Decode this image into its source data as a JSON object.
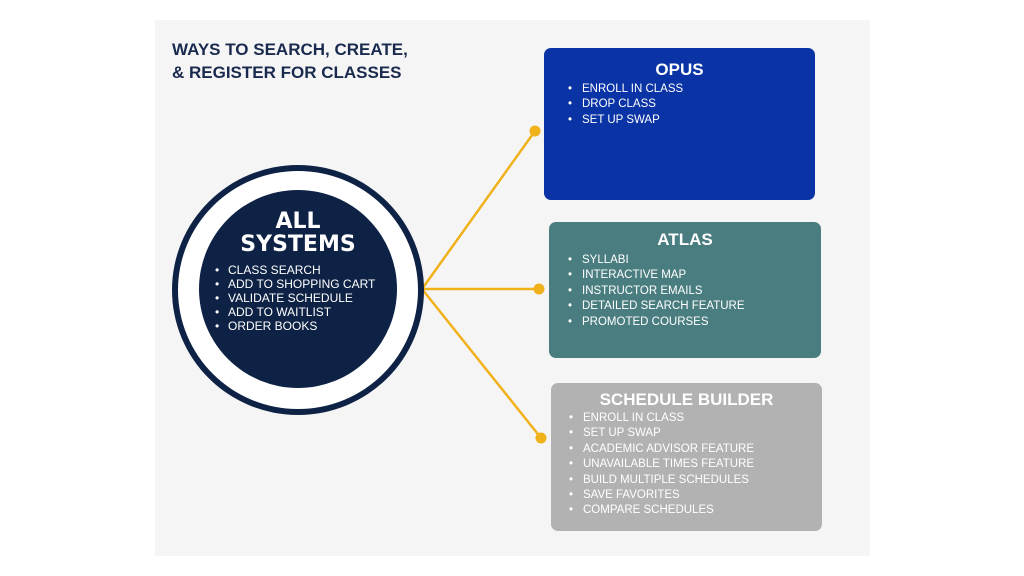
{
  "heading": {
    "line1": "WAYS TO SEARCH, CREATE,",
    "line2": "& REGISTER FOR CLASSES"
  },
  "hub": {
    "title_line1": "ALL",
    "title_line2": "SYSTEMS",
    "items": [
      "CLASS SEARCH",
      "ADD TO SHOPPING CART",
      "VALIDATE SCHEDULE",
      "ADD TO WAITLIST",
      "ORDER BOOKS"
    ]
  },
  "systems": [
    {
      "id": "opus",
      "title": "OPUS",
      "items": [
        "ENROLL IN CLASS",
        "DROP CLASS",
        "SET UP SWAP"
      ]
    },
    {
      "id": "atlas",
      "title": "ATLAS",
      "items": [
        "SYLLABI",
        "INTERACTIVE MAP",
        "INSTRUCTOR EMAILS",
        "DETAILED SEARCH FEATURE",
        "PROMOTED COURSES"
      ]
    },
    {
      "id": "schedule",
      "title": "SCHEDULE BUILDER",
      "items": [
        "ENROLL IN CLASS",
        "SET UP SWAP",
        "ACADEMIC ADVISOR FEATURE",
        "UNAVAILABLE TIMES FEATURE",
        "BUILD MULTIPLE SCHEDULES",
        "SAVE FAVORITES",
        "COMPARE SCHEDULES"
      ]
    }
  ],
  "colors": {
    "heading": "#1a2a4e",
    "hub": "#0e2245",
    "connector": "#f0b11a",
    "opus": "#0a33a5",
    "atlas": "#4a7d80",
    "schedule": "#b2b2b2",
    "background_panel": "#f5f5f5"
  }
}
